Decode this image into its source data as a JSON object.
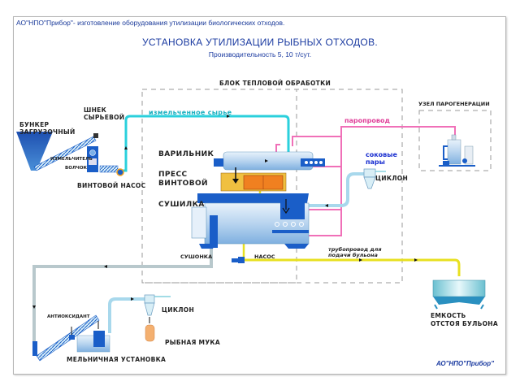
{
  "header": {
    "company_note": "АО\"НПО\"Прибор\"- изготовление оборудования утилизации биологических отходов.",
    "title": "УСТАНОВКА УТИЛИЗАЦИИ РЫБНЫХ ОТХОДОВ.",
    "subtitle": "Производительность  5, 10 т/сут."
  },
  "blocks": {
    "thermal": "БЛОК ТЕПЛОВОЙ ОБРАБОТКИ",
    "steam": "УЗЕЛ   ПАРОГЕНЕРАЦИИ"
  },
  "equipment": {
    "hopper": [
      "БУНКЕР",
      "ЗАГРУЗОЧНЫЙ"
    ],
    "auger": [
      "ШНЕК",
      "СЫРЬЕВОЙ"
    ],
    "grinder": "ИЗМЕЛЬЧИТЕЛЬ",
    "mincer": "ВОЛЧОК",
    "screw_pump": "ВИНТОВОЙ НАСОС",
    "cooker": "ВАРИЛЬНИК",
    "press": [
      "ПРЕСС",
      "ВИНТОВОЙ"
    ],
    "dryer": "СУШИЛКА",
    "cyclone_top": "ЦИКЛОН",
    "dried": "СУШОНКА",
    "pump": "НАСОС",
    "tank": [
      "ЕМКОСТЬ",
      "ОТСТОЯ БУЛЬОНА"
    ],
    "antioxidant": "АНТИОКСИДАНТ",
    "cyclone_bottom": "ЦИКЛОН",
    "fish_meal": "РЫБНАЯ  МУКА",
    "mill": "МЕЛЬНИЧНАЯ УСТАНОВКА"
  },
  "flows": {
    "raw": "измельченное сырье",
    "steam_line": "паропровод",
    "vapors": [
      "соковые",
      "пары"
    ],
    "broth_line": [
      "трубопровод для",
      "подачи бульона"
    ]
  },
  "colors": {
    "raw": "#2ad0dc",
    "steam": "#f070b8",
    "broth": "#e8e020",
    "pipe": "#a8d8ec",
    "equipment": "#1a5ec8"
  },
  "footer": {
    "brand": "АО\"НПО\"Прибор\""
  }
}
